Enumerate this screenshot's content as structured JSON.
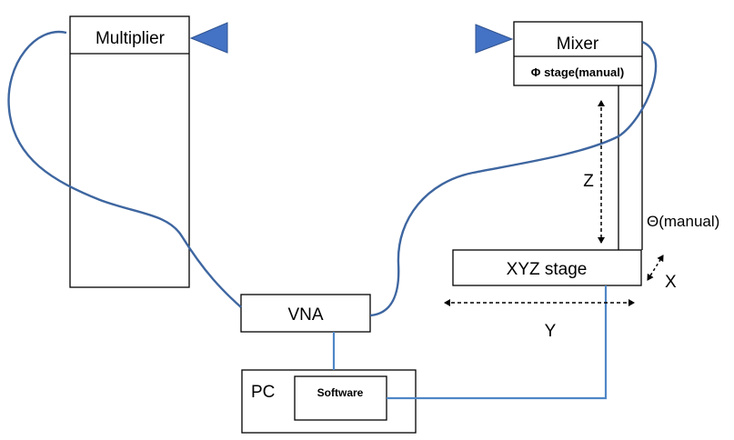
{
  "diagram": {
    "blocks": {
      "multiplier": "Multiplier",
      "mixer": "Mixer",
      "phi_stage": "Φ stage(manual)",
      "vna": "VNA",
      "pc": "PC",
      "software": "Software",
      "xyz_stage": "XYZ stage"
    },
    "axes": {
      "z": "Z",
      "theta": "Θ(manual)",
      "x": "X",
      "y": "Y"
    }
  },
  "colors": {
    "cable": "#3e66a0",
    "pc_link": "#4f86c6",
    "horn": "#4472c4",
    "outline": "#000000"
  }
}
